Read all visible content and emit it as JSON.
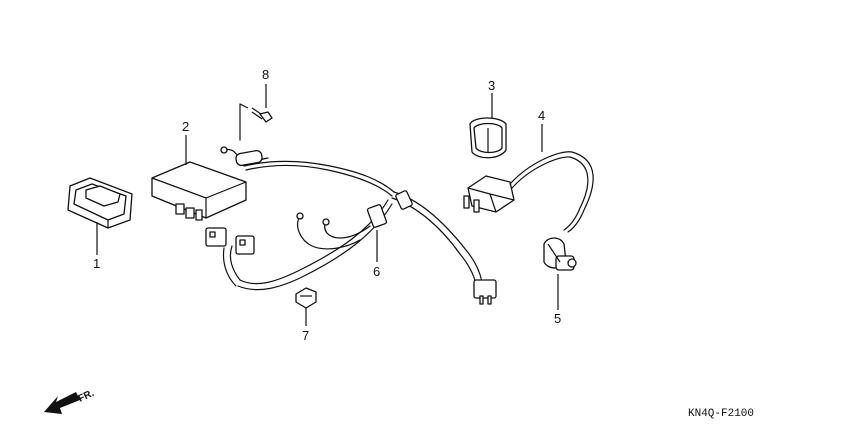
{
  "callouts": [
    {
      "id": "1",
      "label": "1"
    },
    {
      "id": "2",
      "label": "2"
    },
    {
      "id": "3",
      "label": "3"
    },
    {
      "id": "4",
      "label": "4"
    },
    {
      "id": "5",
      "label": "5"
    },
    {
      "id": "6",
      "label": "6"
    },
    {
      "id": "7",
      "label": "7"
    },
    {
      "id": "8",
      "label": "8"
    }
  ],
  "front_indicator": "FR.",
  "diagram_code": "KN4Q-F2100",
  "colors": {
    "ink": "#111111",
    "background": "#ffffff"
  }
}
